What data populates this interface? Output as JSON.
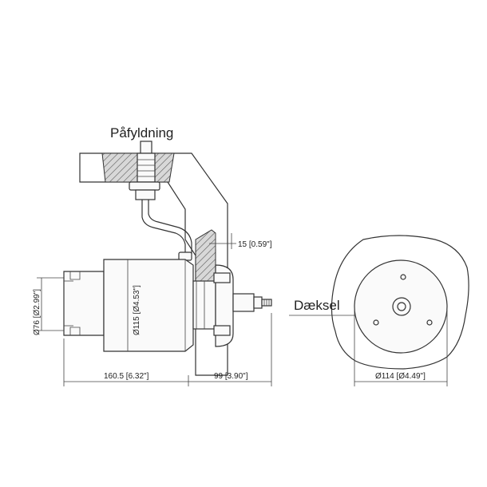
{
  "labels": {
    "filling": "Påfyldning",
    "cover": "Dæksel"
  },
  "dimensions": {
    "depth_15": "15 [0.59\"]",
    "dia_76": "Ø76 [Ø2.99\"]",
    "dia_115": "Ø115 [Ø4.53\"]",
    "length_1605": "160.5 [6.32\"]",
    "length_99": "99 [3.90\"]",
    "dia_114": "Ø114 [Ø4.49\"]"
  }
}
